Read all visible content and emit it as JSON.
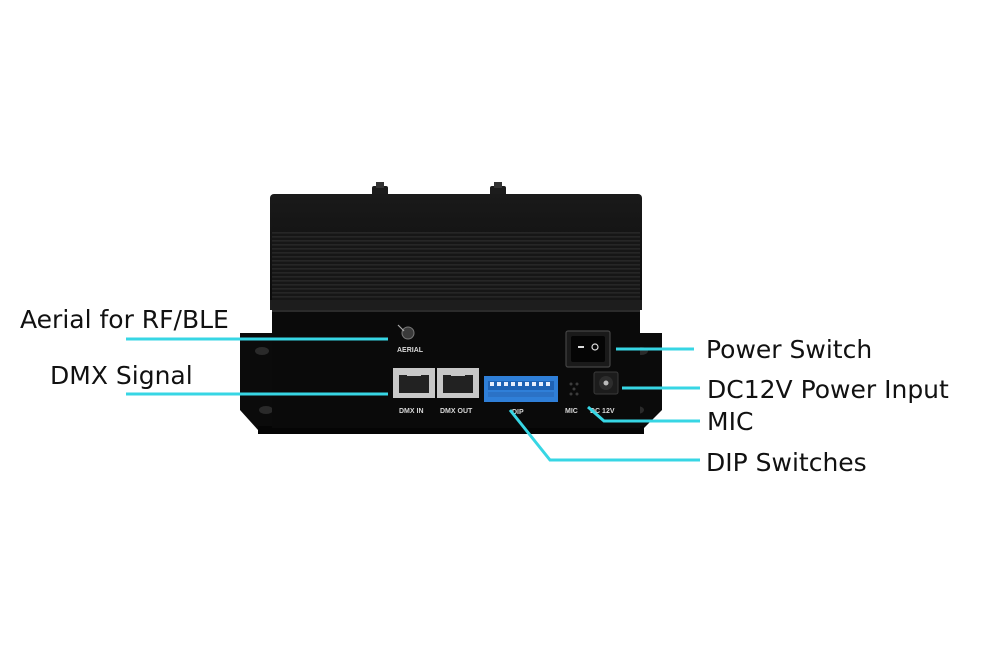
{
  "callouts": {
    "aerial": "Aerial for RF/BLE",
    "dmx_signal": "DMX Signal",
    "power_switch": "Power Switch",
    "power_input": "DC12V Power Input",
    "mic": "MIC",
    "dip_switches": "DIP Switches"
  },
  "panel_labels": {
    "aerial": "AERIAL",
    "dmx_in": "DMX IN",
    "dmx_out": "DMX OUT",
    "dip": "DIP",
    "mic": "MIC",
    "dc12v": "DC 12V"
  },
  "colors": {
    "leader_line": "#37d6e4",
    "device_body": "#0e0e0e",
    "dip_block": "#2f7fd8"
  }
}
